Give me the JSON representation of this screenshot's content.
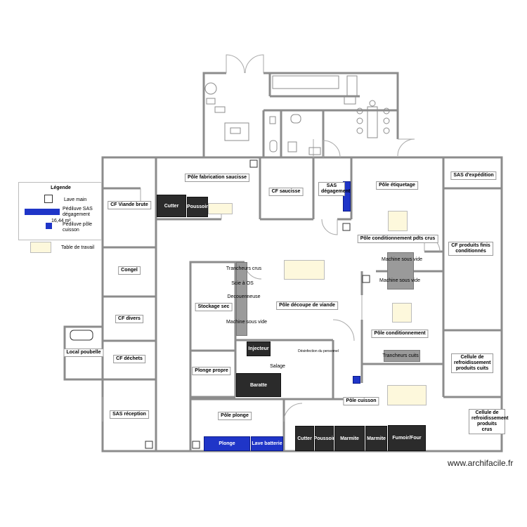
{
  "legend": {
    "title": "Légende",
    "lave_main": "Lave main",
    "pediluve_sas": "Pédiluve SAS dégagement",
    "area": "16,44 m²",
    "pediluve_cuisson": "Pédiluve pôle cuisson",
    "table_travail": "Table de travail"
  },
  "rooms": {
    "fabrication": "Pôle fabrication saucisse",
    "cf_saucisse": "CF saucisse",
    "sas_degagement": "SAS dégagement",
    "etiquetage": "Pôle étiquetage",
    "sas_expedition": "SAS d'expédition",
    "cf_viande_brute": "CF Viande brute",
    "congel": "Congel",
    "cf_divers": "CF divers",
    "local_poubelle": "Local poubelle",
    "cf_dechets": "CF déchets",
    "sas_reception": "SAS réception",
    "cond_pdts_crus": "Pôle conditionnement pdts crus",
    "cf_produits_finis": "CF produits finis conditionnés",
    "stockage_sec": "Stockage sec",
    "decoupe": "Pôle découpe de viande",
    "conditionnement": "Pôle conditionnement",
    "plonge_propre": "Plonge propre",
    "cellule_cuits": "Cellule de refroidissement produits cuits",
    "cuisson": "Pôle cuisson",
    "plonge": "Pôle plonge",
    "cellule_crus": "Cellule de refroidissement produits crus"
  },
  "labels": {
    "trancheurs_crus": "Trancheurs crus",
    "scie_os": "Scie à OS",
    "decouenneuse": "Decouenneuse",
    "machine_sous_vide": "Machine sous vide",
    "machine_sous_vide_2": "Machine sous vide",
    "machine_sous_vide_3": "Machine sous vide",
    "desinfection": "Désinfection du personnel",
    "salage": "Salage",
    "trancheurs_cuits": "Trancheurs cuits"
  },
  "equipment": {
    "cutter1": "Cutter",
    "poussoir1": "Poussoir",
    "injecteur": "Injecteur",
    "baratte": "Baratte",
    "plonge": "Plonge",
    "lave_batterie": "Lave batterie",
    "cutter2": "Cutter",
    "poussoir2": "Poussoir",
    "marmite1": "Marmite",
    "marmite2": "Marmite",
    "fumoir": "Fumoir/Four"
  },
  "watermark": "www.archifacile.fr",
  "colors": {
    "wall": "#8c8c8c",
    "blue": "#1f35c8",
    "table": "#fdf8dc"
  }
}
